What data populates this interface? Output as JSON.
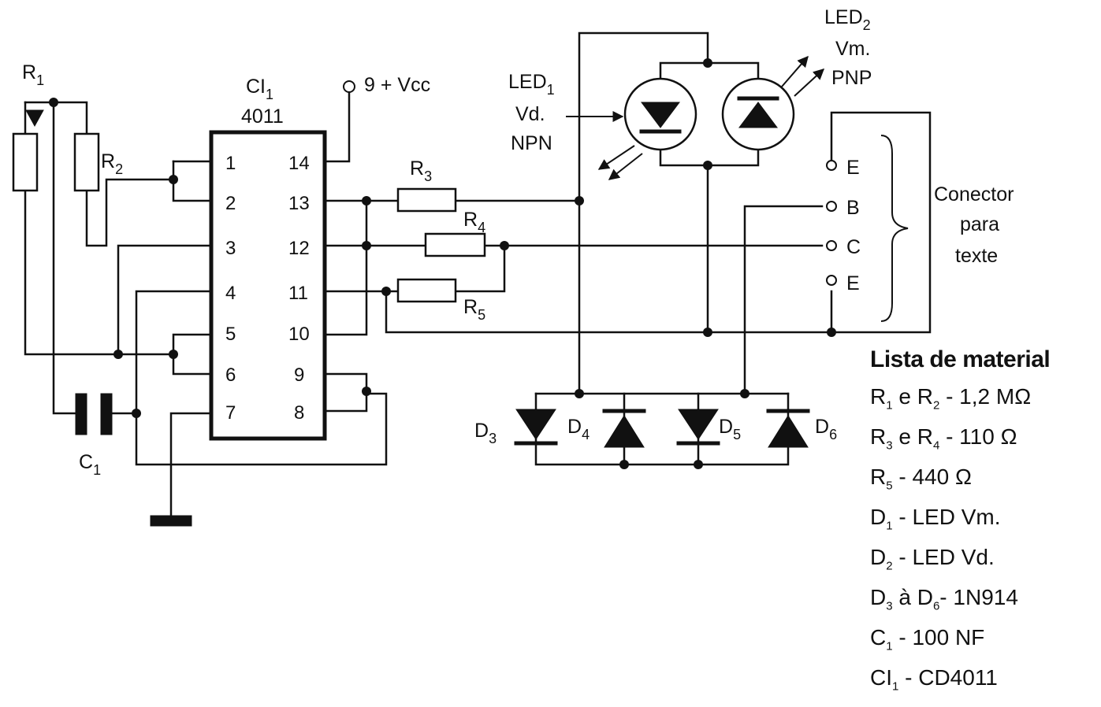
{
  "ic": {
    "name": "CI",
    "sub": "1",
    "part": "4011",
    "pins_left": [
      "1",
      "2",
      "3",
      "4",
      "5",
      "6",
      "7"
    ],
    "pins_right": [
      "14",
      "13",
      "12",
      "11",
      "10",
      "9",
      "8"
    ]
  },
  "supply": "9 + Vcc",
  "resistors": {
    "r1": {
      "n": "R",
      "s": "1"
    },
    "r2": {
      "n": "R",
      "s": "2"
    },
    "r3": {
      "n": "R",
      "s": "3"
    },
    "r4": {
      "n": "R",
      "s": "4"
    },
    "r5": {
      "n": "R",
      "s": "5"
    }
  },
  "capacitor": {
    "n": "C",
    "s": "1"
  },
  "led1": {
    "n": "LED",
    "s": "1",
    "color": "Vd.",
    "type": "NPN"
  },
  "led2": {
    "n": "LED",
    "s": "2",
    "color": "Vm.",
    "type": "PNP"
  },
  "diodes": {
    "d3": {
      "n": "D",
      "s": "3"
    },
    "d4": {
      "n": "D",
      "s": "4"
    },
    "d5": {
      "n": "D",
      "s": "5"
    },
    "d6": {
      "n": "D",
      "s": "6"
    }
  },
  "connector": {
    "pins": [
      "E",
      "B",
      "C",
      "E"
    ],
    "label_lines": [
      "Conector",
      "para",
      "texte"
    ]
  },
  "materials": {
    "title": "Lista de material",
    "items": [
      {
        "a": "R",
        "as": "1",
        "mid": " e ",
        "b": "R",
        "bs": "2",
        "rest": " - 1,2 MΩ"
      },
      {
        "a": "R",
        "as": "3",
        "mid": " e ",
        "b": "R",
        "bs": "4",
        "rest": " - 110 Ω"
      },
      {
        "a": "R",
        "as": "5",
        "mid": "",
        "b": "",
        "bs": "",
        "rest": " - 440 Ω"
      },
      {
        "a": "D",
        "as": "1",
        "mid": "",
        "b": "",
        "bs": "",
        "rest": " - LED Vm."
      },
      {
        "a": "D",
        "as": "2",
        "mid": "",
        "b": "",
        "bs": "",
        "rest": " - LED Vd."
      },
      {
        "a": "D",
        "as": "3",
        "mid": " à ",
        "b": "D",
        "bs": "6",
        "rest": "- 1N914"
      },
      {
        "a": "C",
        "as": "1",
        "mid": "",
        "b": "",
        "bs": "",
        "rest": " - 100 NF"
      },
      {
        "a": "CI",
        "as": "1",
        "mid": "",
        "b": "",
        "bs": "",
        "rest": " - CD4011"
      }
    ]
  }
}
